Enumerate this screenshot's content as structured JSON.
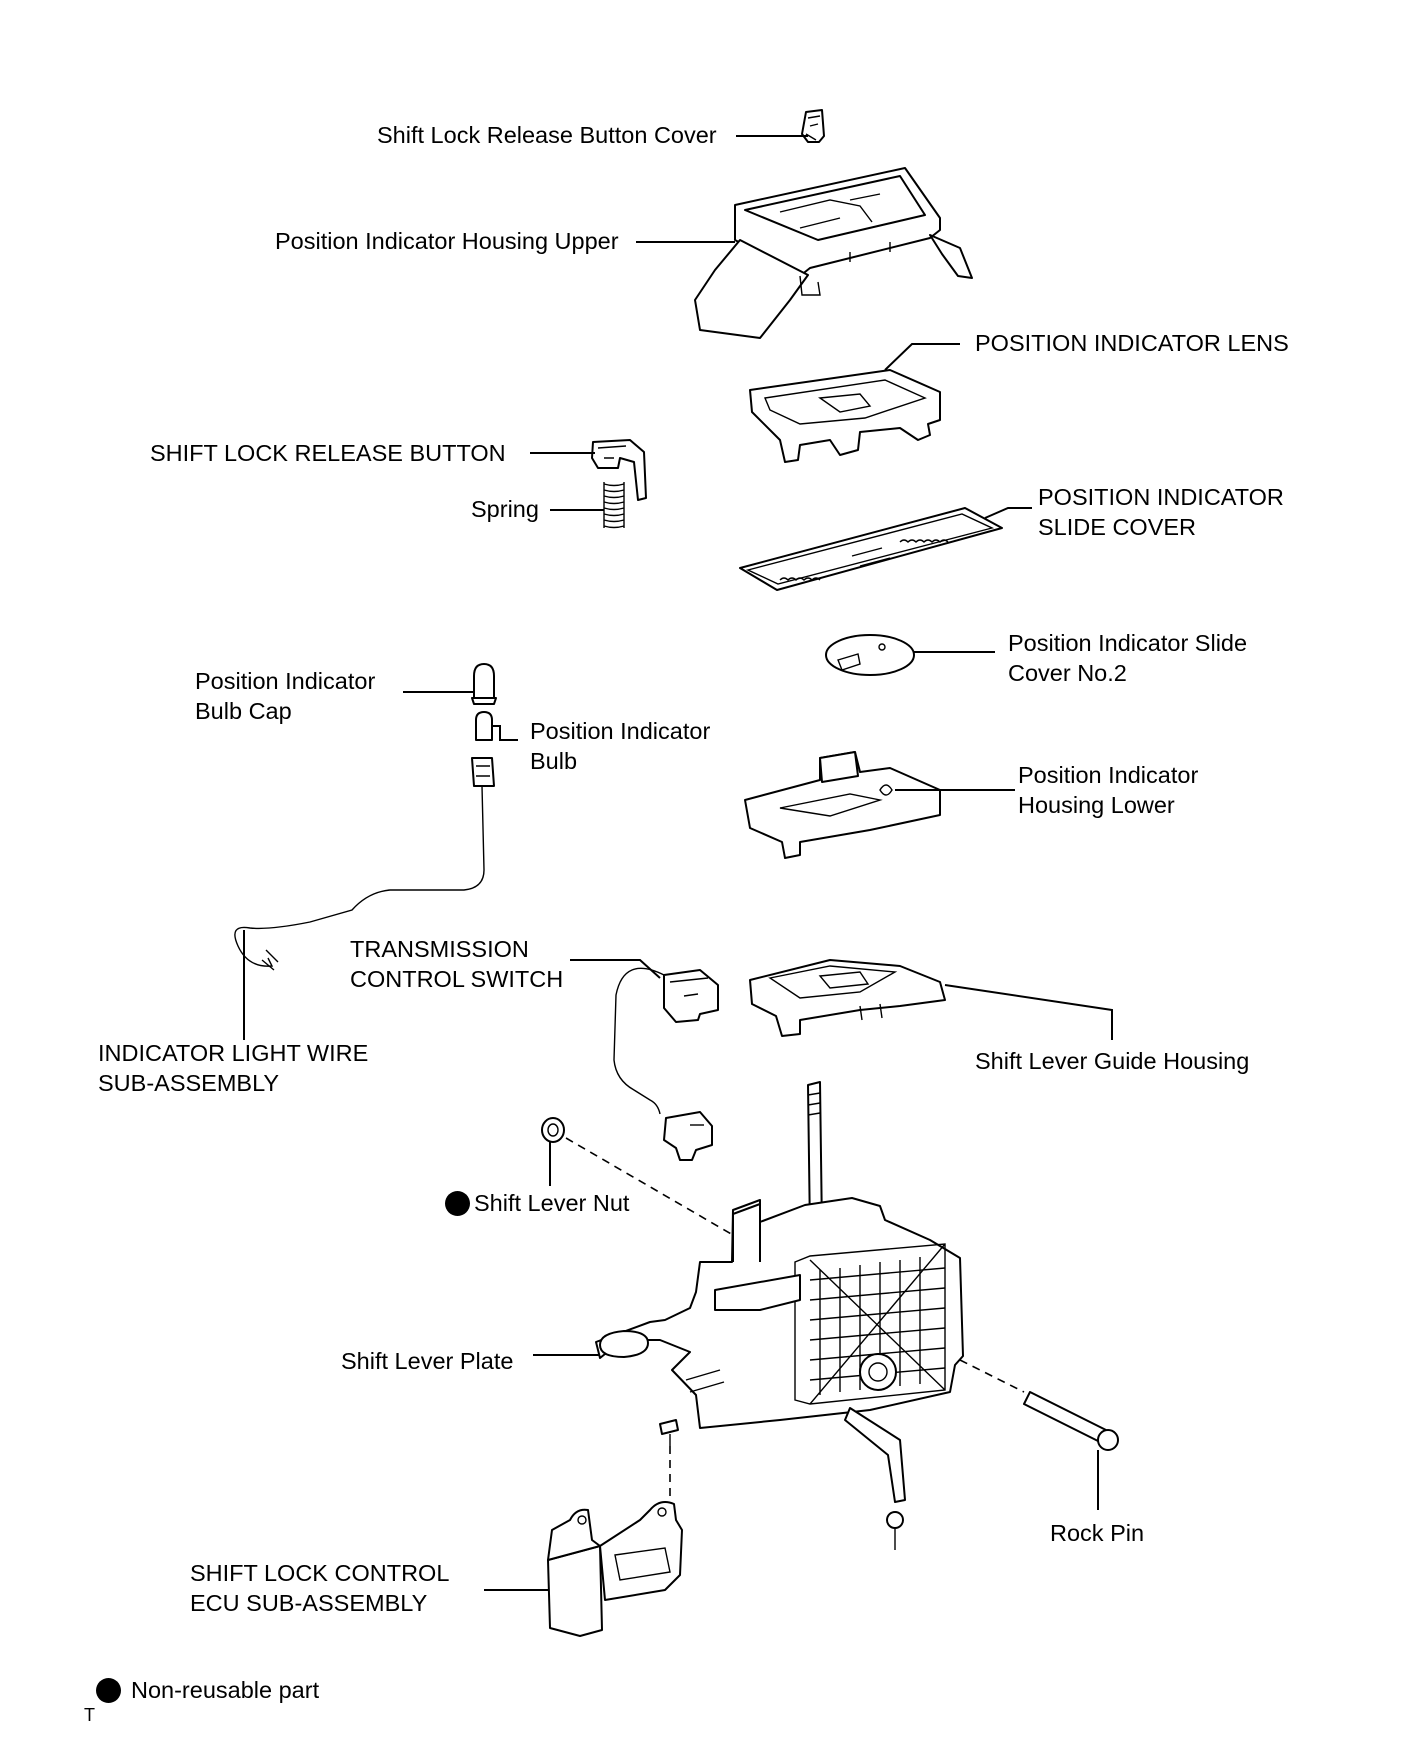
{
  "labels": {
    "shift_lock_release_button_cover": "Shift Lock Release Button Cover",
    "position_indicator_housing_upper": "Position Indicator Housing Upper",
    "position_indicator_lens": "POSITION INDICATOR LENS",
    "shift_lock_release_button": "SHIFT LOCK RELEASE BUTTON",
    "spring": "Spring",
    "position_indicator_slide_cover": [
      "POSITION INDICATOR",
      "SLIDE COVER"
    ],
    "position_indicator_slide_cover_no2": [
      "Position Indicator Slide",
      "Cover No.2"
    ],
    "position_indicator_bulb_cap": [
      "Position Indicator",
      "Bulb Cap"
    ],
    "position_indicator_bulb": [
      "Position  Indicator",
      "Bulb"
    ],
    "position_indicator_housing_lower": [
      "Position Indicator",
      "Housing Lower"
    ],
    "transmission_control_switch": [
      "TRANSMISSION",
      "CONTROL SWITCH"
    ],
    "indicator_light_wire": [
      "INDICATOR LIGHT WIRE",
      "SUB-ASSEMBLY"
    ],
    "shift_lever_guide_housing": "Shift Lever Guide Housing",
    "shift_lever_nut": "Shift Lever Nut",
    "shift_lever_plate": "Shift Lever Plate",
    "rock_pin": "Rock Pin",
    "shift_lock_control_ecu": [
      "SHIFT LOCK CONTROL",
      "ECU SUB-ASSEMBLY"
    ]
  },
  "legend": {
    "non_reusable": "Non-reusable part"
  },
  "footer_mark": "T"
}
